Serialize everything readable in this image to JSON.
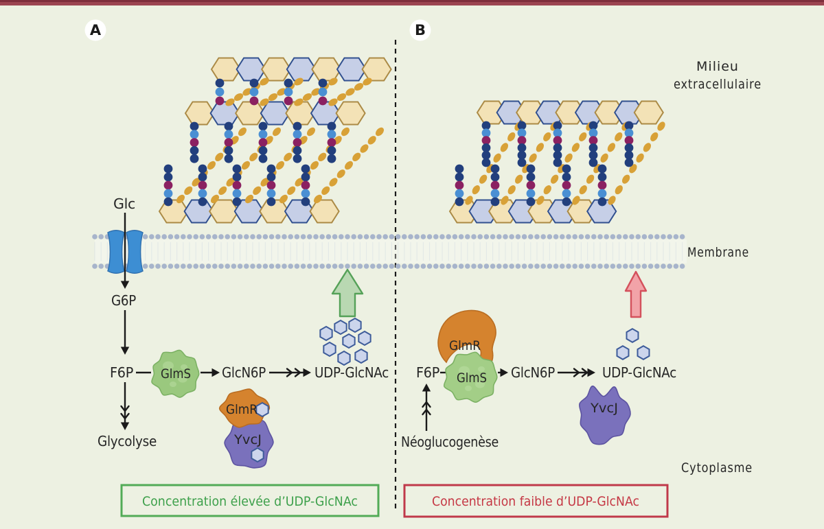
{
  "colors": {
    "background": "#edf1e2",
    "top_bar": "#9c4551",
    "top_bar_dark": "#7e2e3c",
    "hex_tan_fill": "#f3e2b6",
    "hex_tan_stroke": "#ab8a45",
    "hex_lav_fill": "#c6cfe7",
    "hex_lav_stroke": "#31508f",
    "bead_navy": "#223f7d",
    "bead_blue": "#4a8fd3",
    "bead_maroon": "#8b2161",
    "bead_gold": "#d8a137",
    "membrane_dot": "#a7b4cb",
    "membrane_tail": "#c3cede",
    "transporter_fill": "#3d8ed3",
    "transporter_stroke": "#2f6fae",
    "glms_fill": "#9ac87e",
    "glms_fill_b": "#a3ce87",
    "glms_stroke": "#7cb164",
    "glms_light": "#b9dda0",
    "glmr_fill": "#d5832e",
    "glmr_stroke": "#b96d22",
    "yvcj_fill": "#7a71bc",
    "yvcj_stroke": "#5c53a0",
    "small_hex_fill": "#ccd5ec",
    "small_hex_stroke": "#3e5c9a",
    "green_arrow_fill": "#b9d8b2",
    "green_arrow_stroke": "#55a158",
    "red_arrow_fill": "#f2a3a8",
    "red_arrow_stroke": "#d4515c",
    "box_green_border": "#52ab57",
    "box_green_text": "#3da04b",
    "box_red_border": "#c0394a",
    "box_red_text": "#c53744",
    "arrow_black": "#1a1a1a",
    "dashed_divider": "#1a1a1a",
    "panel_circle_fill": "#ffffff"
  },
  "panel_a": {
    "letter": "A",
    "box_caption": "Concentration élevée d’UDP-GlcNAc"
  },
  "panel_b": {
    "letter": "B",
    "box_caption": "Concentration faible d’UDP-GlcNAc"
  },
  "labels": {
    "milieu_line1": "Milieu",
    "milieu_line2": "extracellulaire",
    "membrane": "Membrane",
    "cytoplasme": "Cytoplasme",
    "glc": "Glc",
    "g6p": "G6P",
    "f6p_a": "F6P",
    "glms_a": "GlmS",
    "glcn6p_a": "GlcN6P",
    "udp_glcnac_a": "UDP-GlcNAc",
    "glycolyse": "Glycolyse",
    "glmr_a": "GlmR",
    "yvcj_a": "YvcJ",
    "f6p_b": "F6P",
    "glmr_b": "GlmR",
    "glms_b": "GlmS",
    "glcn6p_b": "GlcN6P",
    "udp_glcnac_b": "UDP-GlcNAc",
    "yvcj_b": "YvcJ",
    "neoglucogenese": "Néoglucogenèse"
  }
}
